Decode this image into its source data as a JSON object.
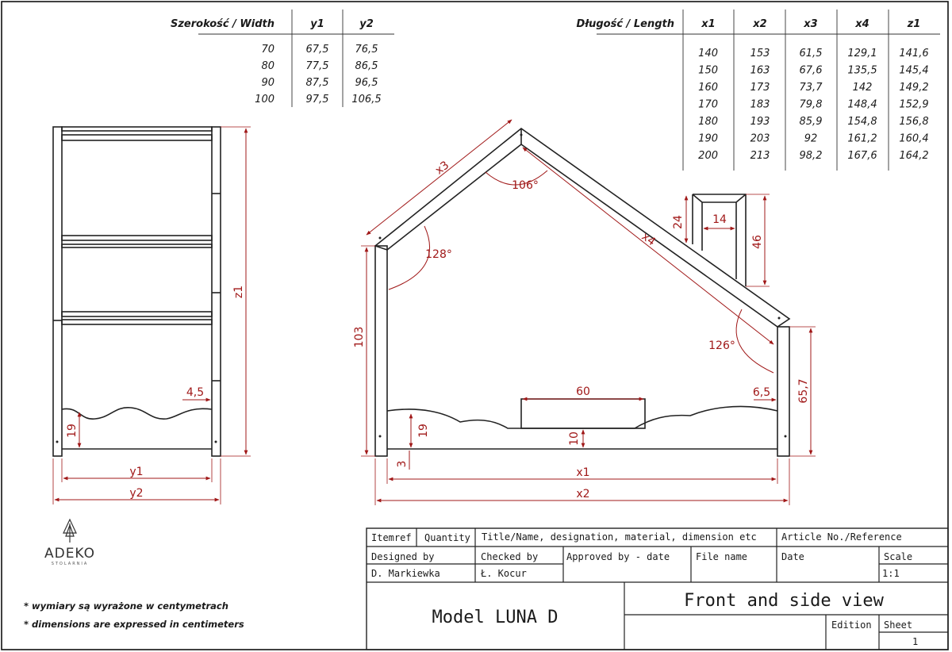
{
  "width_table": {
    "headers": [
      "Szerokość / Width",
      "y1",
      "y2"
    ],
    "rows": [
      [
        "70",
        "67,5",
        "76,5"
      ],
      [
        "80",
        "77,5",
        "86,5"
      ],
      [
        "90",
        "87,5",
        "96,5"
      ],
      [
        "100",
        "97,5",
        "106,5"
      ]
    ]
  },
  "length_table": {
    "headers": [
      "Długość / Length",
      "x1",
      "x2",
      "x3",
      "x4",
      "z1"
    ],
    "rows": [
      [
        "140",
        "153",
        "61,5",
        "129,1",
        "141,6"
      ],
      [
        "150",
        "163",
        "67,6",
        "135,5",
        "145,4"
      ],
      [
        "160",
        "173",
        "73,7",
        "142",
        "149,2"
      ],
      [
        "170",
        "183",
        "79,8",
        "148,4",
        "152,9"
      ],
      [
        "180",
        "193",
        "85,9",
        "154,8",
        "156,8"
      ],
      [
        "190",
        "203",
        "92",
        "161,2",
        "160,4"
      ],
      [
        "200",
        "213",
        "98,2",
        "167,6",
        "164,2"
      ]
    ]
  },
  "side_view": {
    "z1": "z1",
    "y1": "y1",
    "y2": "y2",
    "d45": "4,5",
    "d19": "19"
  },
  "front_view": {
    "x1": "x1",
    "x2": "x2",
    "x3": "x3",
    "x4": "x4",
    "d103": "103",
    "d128": "128°",
    "d106": "106°",
    "d126": "126°",
    "d24": "24",
    "d14": "14",
    "d46": "46",
    "d60": "60",
    "d65": "6,5",
    "d657": "65,7",
    "d19": "19",
    "d10": "10",
    "d3": "3"
  },
  "logo": {
    "name": "ADEKO",
    "sub": "STOLARNIA"
  },
  "notes": [
    "* wymiary są wyrażone w centymetrach",
    "* dimensions are expressed in centimeters"
  ],
  "title_block": {
    "itemref": "Itemref",
    "quantity": "Quantity",
    "title_desc": "Title/Name, designation, material, dimension etc",
    "article": "Article No./Reference",
    "designed_by_label": "Designed by",
    "designed_by": "D. Markiewka",
    "checked_by_label": "Checked by",
    "checked_by": "Ł. Kocur",
    "approved_label": "Approved by - date",
    "file_name_label": "File name",
    "date_label": "Date",
    "scale_label": "Scale",
    "scale": "1:1",
    "model": "Model LUNA D",
    "view_title": "Front and side view",
    "edition_label": "Edition",
    "sheet_label": "Sheet",
    "sheet": "1"
  }
}
